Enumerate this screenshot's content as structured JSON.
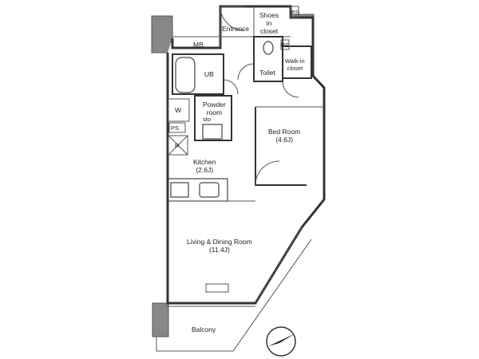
{
  "rooms": {
    "entrance": "Entrance",
    "shoes_closet": [
      "Shoes",
      "in",
      "closet"
    ],
    "ps_top": "PS",
    "ps_mid": "PS",
    "ps_left": "PS",
    "mb": "MB",
    "ub": "UB",
    "toilet": "Toilet",
    "walkin_closet": [
      "Walk-in",
      "closet"
    ],
    "powder_room": [
      "Powder",
      "room"
    ],
    "w": "W",
    "sto": "sto",
    "r": "R",
    "bed_room": [
      "Bed Room",
      "(4.6J)"
    ],
    "kitchen": [
      "Kitchen",
      "(2.6J)"
    ],
    "living_dining": [
      "Living & Dining Room",
      "(11.4J)"
    ],
    "balcony": "Balcony"
  },
  "icons": [
    "north-arrow-icon",
    "bathtub-icon",
    "toilet-icon",
    "stove-icon",
    "sink-icon"
  ]
}
